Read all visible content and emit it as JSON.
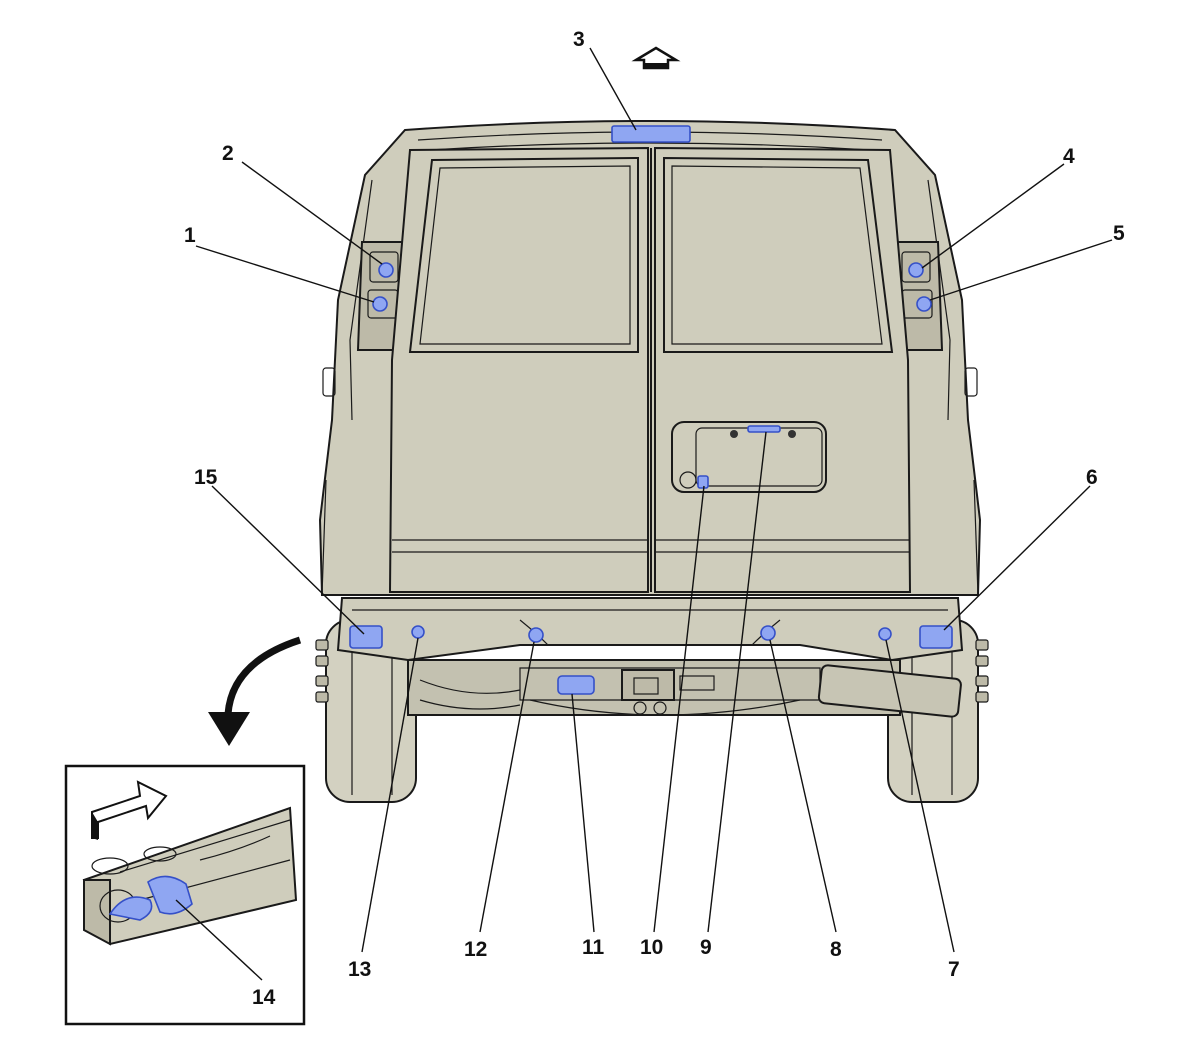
{
  "colors": {
    "body": "#cfcdbc",
    "body_dark": "#bdbaa8",
    "glass": "#cfcdbc",
    "tire": "#d3d1c1",
    "outline": "#1a1a1a",
    "highlight": "#8fa6f2",
    "highlight_stroke": "#3550c8",
    "background": "#ffffff"
  },
  "icons": {
    "forward_arrow": "forward-arrow-icon",
    "detail_arrow": "curved-arrow-icon",
    "inset_arrow": "direction-arrow-icon"
  },
  "callouts": [
    {
      "id": "1",
      "label": "1"
    },
    {
      "id": "2",
      "label": "2"
    },
    {
      "id": "3",
      "label": "3"
    },
    {
      "id": "4",
      "label": "4"
    },
    {
      "id": "5",
      "label": "5"
    },
    {
      "id": "6",
      "label": "6"
    },
    {
      "id": "7",
      "label": "7"
    },
    {
      "id": "8",
      "label": "8"
    },
    {
      "id": "9",
      "label": "9"
    },
    {
      "id": "10",
      "label": "10"
    },
    {
      "id": "11",
      "label": "11"
    },
    {
      "id": "12",
      "label": "12"
    },
    {
      "id": "13",
      "label": "13"
    },
    {
      "id": "14",
      "label": "14"
    },
    {
      "id": "15",
      "label": "15"
    }
  ]
}
